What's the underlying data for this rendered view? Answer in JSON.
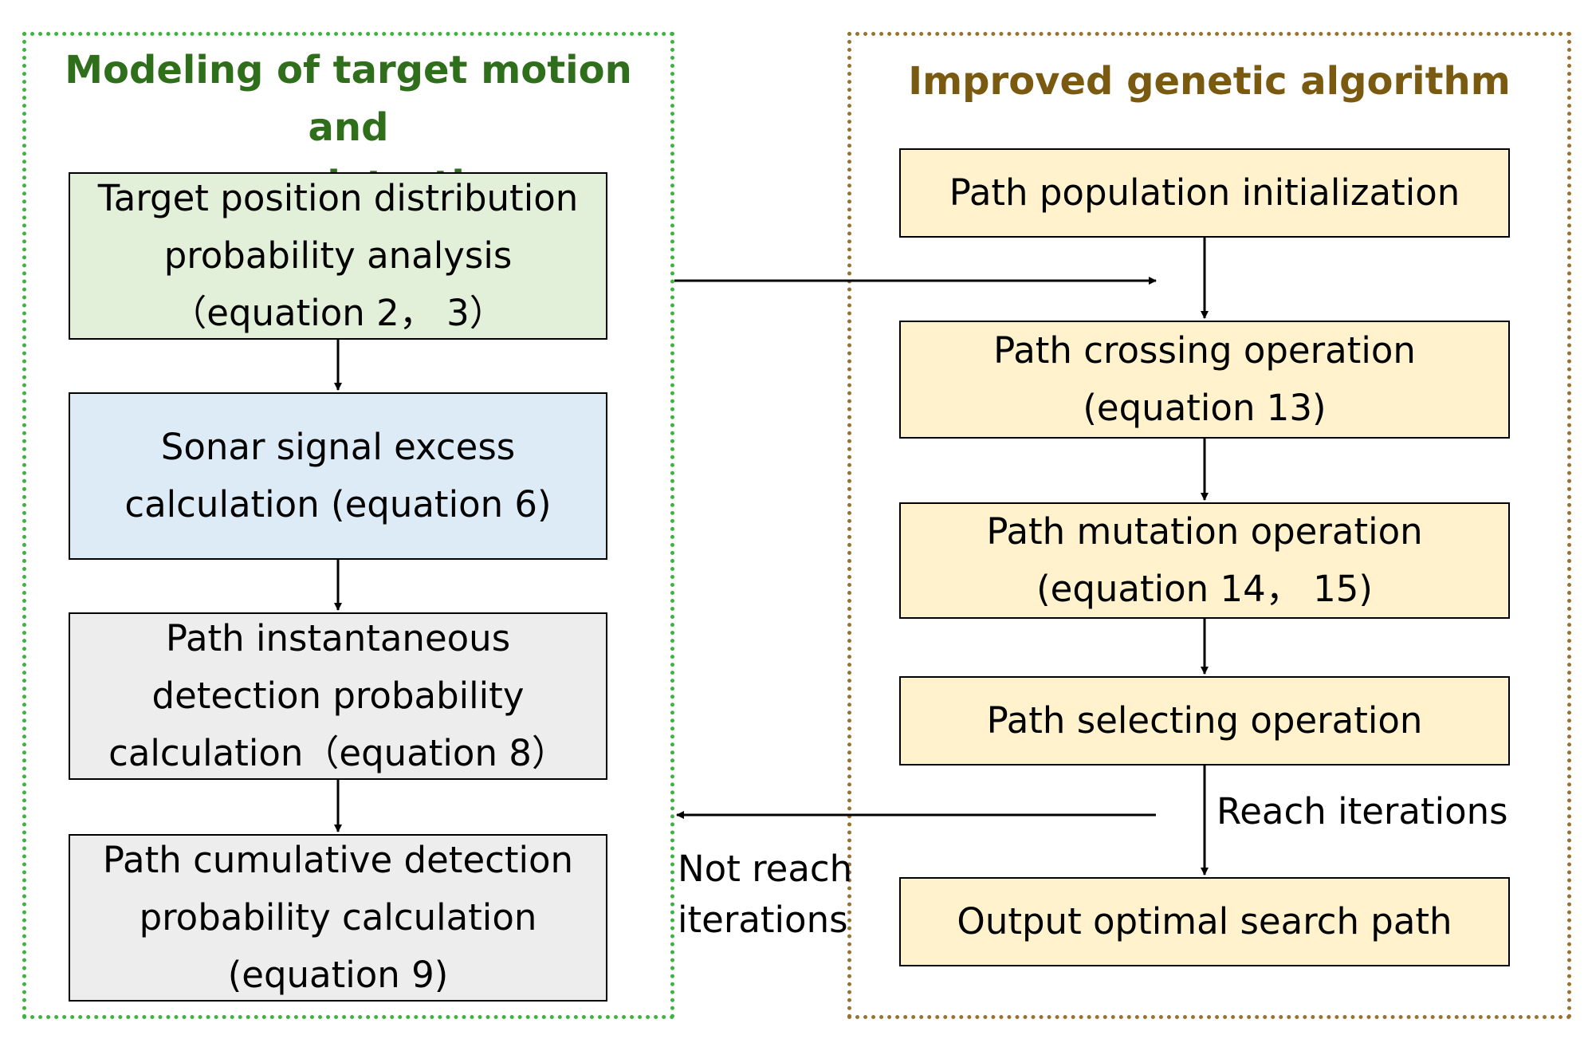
{
  "left_panel": {
    "title": "Modeling of target motion and\nsonar detection",
    "boxes": [
      {
        "text": "Target position distribution\nprobability analysis\n（equation 2， 3）"
      },
      {
        "text": "Sonar signal excess\ncalculation (equation 6)"
      },
      {
        "text": "Path instantaneous\ndetection probability\ncalculation（equation 8）"
      },
      {
        "text": "Path cumulative detection\nprobability calculation\n(equation 9)"
      }
    ]
  },
  "right_panel": {
    "title": "Improved genetic algorithm",
    "boxes": [
      {
        "text": "Path population initialization"
      },
      {
        "text": "Path crossing operation\n(equation 13)"
      },
      {
        "text": "Path mutation operation\n(equation 14， 15)"
      },
      {
        "text": "Path selecting operation"
      },
      {
        "text": "Output optimal search path"
      }
    ]
  },
  "edges": {
    "reach_label": "Reach iterations",
    "not_reach_label": "Not reach\niterations"
  },
  "colors": {
    "left_border": "#3fb23f",
    "left_title": "#2f6e1a",
    "right_border": "#9a7230",
    "right_title": "#7a5a10",
    "green_box": "#e2f0d9",
    "blue_box": "#ddebf7",
    "grey_box": "#ededed",
    "cream_box": "#fff2cc"
  }
}
